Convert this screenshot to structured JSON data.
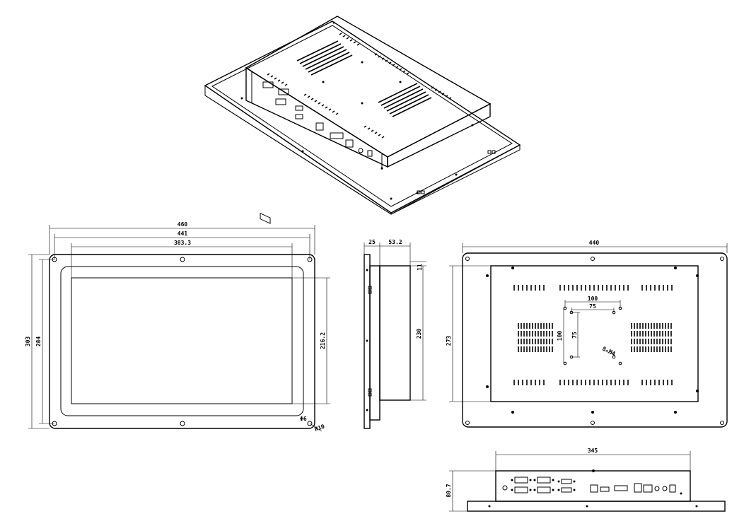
{
  "front_view": {
    "width_total": "460",
    "width_inner": "441",
    "width_display": "383.3",
    "height_total": "303",
    "height_inner": "284",
    "height_display": "216.2",
    "hole_label": "Φ6",
    "radius_label": "R10"
  },
  "side_view": {
    "bezel_depth": "25",
    "body_depth": "53.2",
    "top_offset": "11",
    "body_height": "230"
  },
  "rear_view": {
    "width": "440",
    "height": "273",
    "vesa_outer_h": "100",
    "vesa_inner_h": "75",
    "vesa_outer_v": "100",
    "vesa_inner_v": "75",
    "vesa_screw_label": "8-M4"
  },
  "bottom_view": {
    "width": "345",
    "depth": "80.7"
  }
}
